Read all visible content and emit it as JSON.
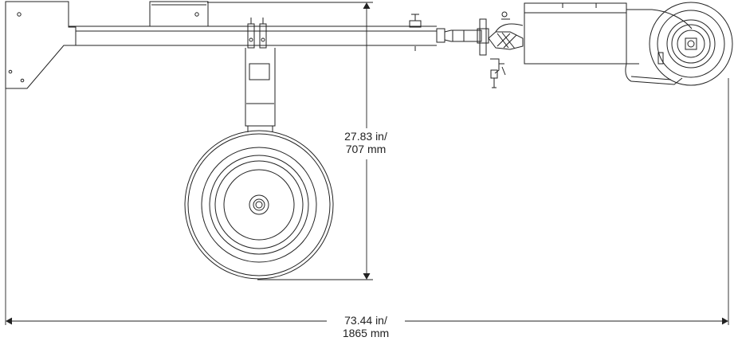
{
  "dimensions": {
    "height": {
      "line1": "27.83 in/",
      "line2": "707 mm"
    },
    "length": {
      "line1": "73.44 in/",
      "line2": "1865 mm"
    }
  },
  "colors": {
    "stroke": "#222222",
    "background": "#ffffff"
  }
}
